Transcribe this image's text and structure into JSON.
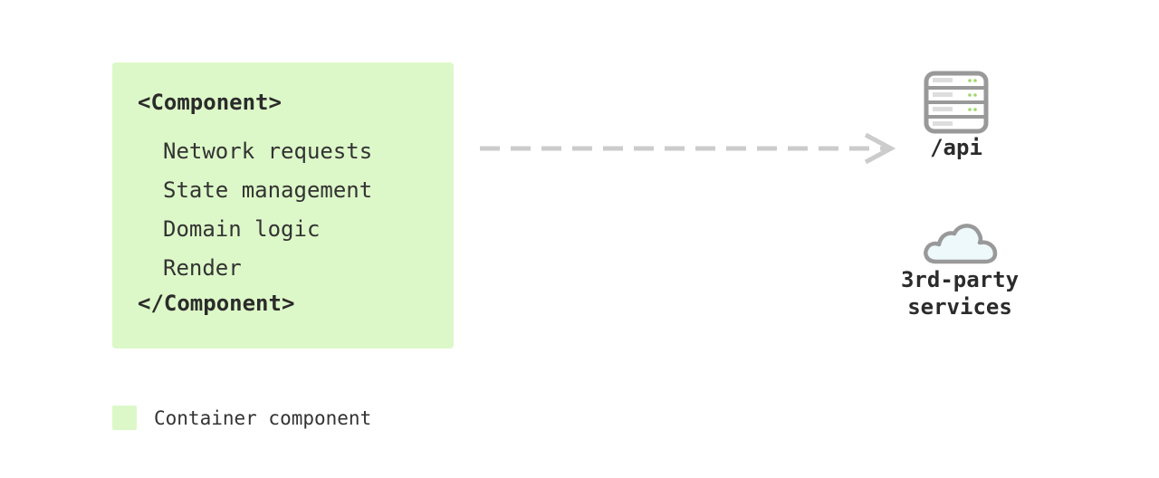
{
  "component": {
    "open_tag": "<Component>",
    "close_tag": "</Component>",
    "responsibilities": [
      "Network requests",
      "State management",
      "Domain logic",
      "Render"
    ],
    "fill_color": "#ddf8c8"
  },
  "services": {
    "api": {
      "label": "/api",
      "icon": "server-icon"
    },
    "third_party": {
      "label": "3rd-party\nservices",
      "icon": "cloud-icon"
    }
  },
  "arrow": {
    "style": "dashed",
    "color": "#cccccc",
    "from": "component",
    "to": "api"
  },
  "legend": {
    "label": "Container component",
    "swatch_color": "#ddf8c8"
  }
}
